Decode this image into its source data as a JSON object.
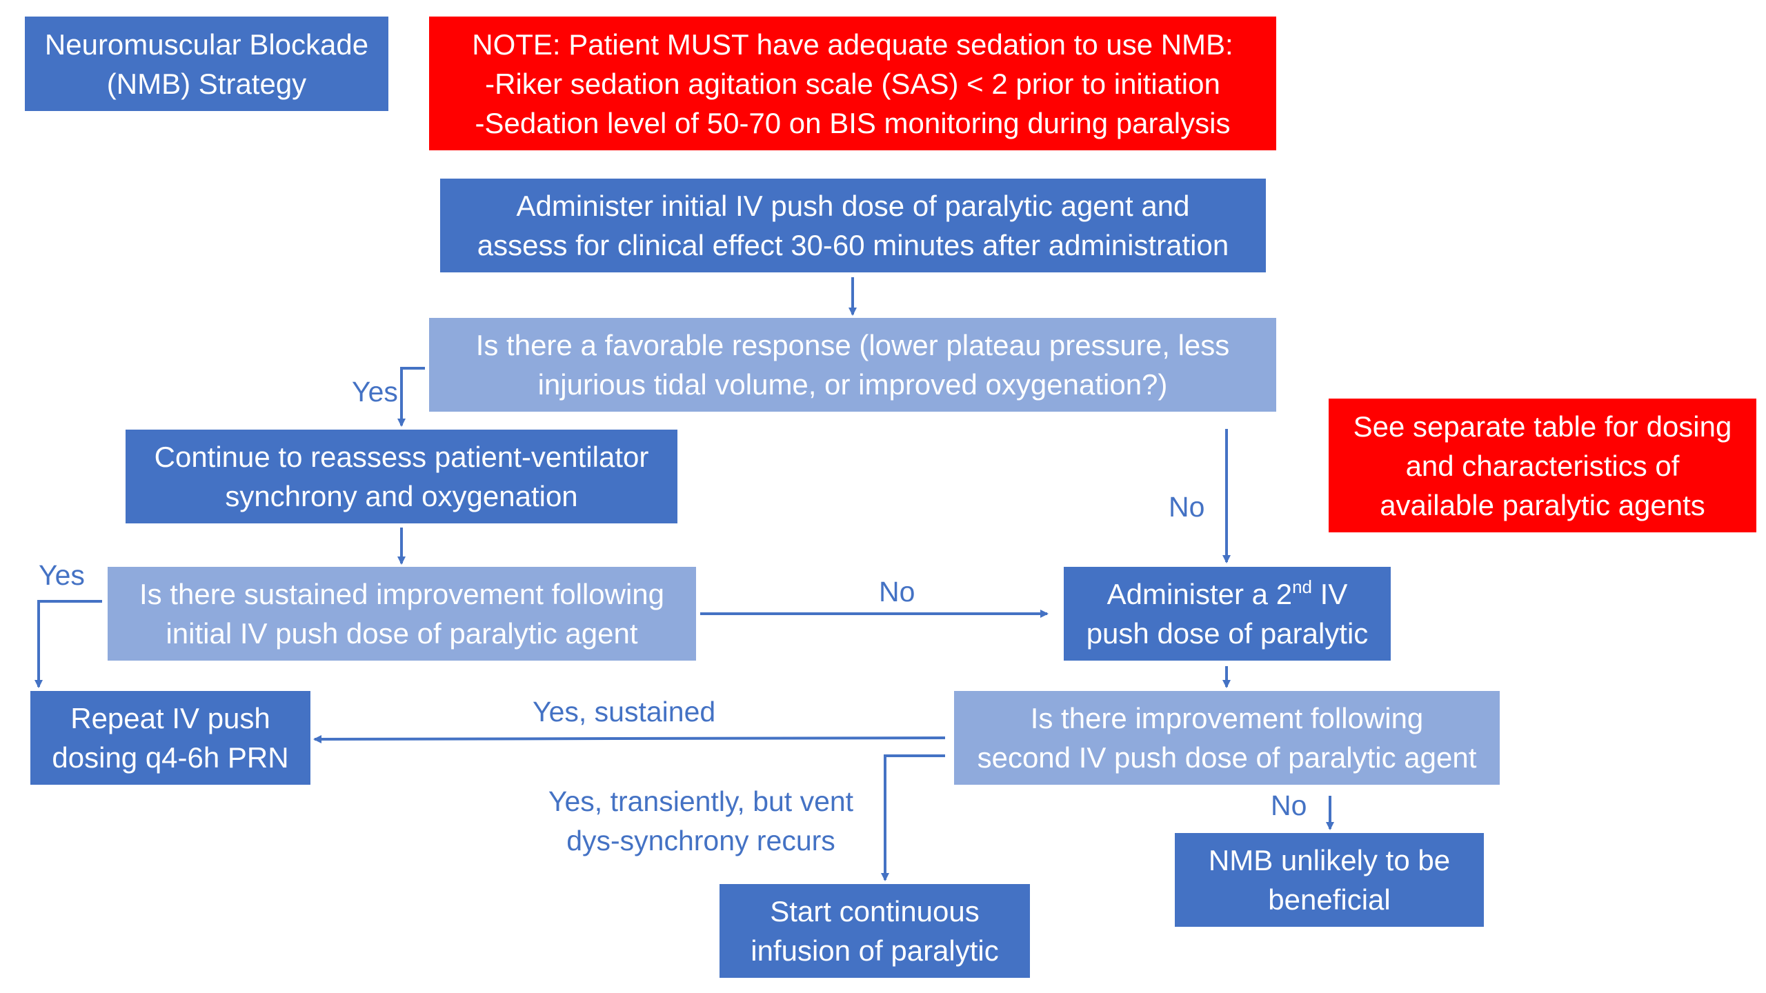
{
  "title": {
    "lines": [
      "Neuromuscular Blockade",
      "(NMB) Strategy"
    ]
  },
  "note": {
    "lines": [
      "NOTE: Patient MUST have adequate sedation to use NMB:",
      "-Riker sedation agitation scale (SAS) < 2 prior to initiation",
      "-Sedation level of 50-70 on BIS monitoring during paralysis"
    ]
  },
  "see_table": {
    "lines": [
      "See separate table for dosing",
      "and characteristics of",
      "available paralytic agents"
    ]
  },
  "steps": {
    "initial_dose": {
      "lines": [
        "Administer initial IV push dose of paralytic agent and",
        "assess for clinical effect 30-60 minutes after administration"
      ]
    },
    "favorable_response": {
      "lines": [
        "Is there a favorable response (lower plateau pressure, less",
        "injurious tidal volume, or improved oxygenation?)"
      ]
    },
    "continue_reassess": {
      "lines": [
        "Continue to reassess patient-ventilator",
        "synchrony and oxygenation"
      ]
    },
    "sustained_improvement": {
      "lines": [
        "Is there sustained improvement following",
        "initial IV push dose of paralytic agent"
      ]
    },
    "second_dose": {
      "pre": "Administer a 2",
      "sup": "nd",
      "post": " IV",
      "line2": "push dose of paralytic"
    },
    "repeat_dosing": {
      "lines": [
        "Repeat IV push",
        "dosing q4-6h PRN"
      ]
    },
    "improvement_second": {
      "lines": [
        "Is there improvement following",
        "second IV push dose of paralytic agent"
      ]
    },
    "continuous_infusion": {
      "lines": [
        "Start continuous",
        "infusion of paralytic"
      ]
    },
    "nmb_unlikely": {
      "lines": [
        "NMB unlikely to be",
        "beneficial"
      ]
    }
  },
  "edge_labels": {
    "yes_favorable": "Yes",
    "no_favorable": "No",
    "yes_sustained": "Yes",
    "no_sustained": "No",
    "yes_sustained_second": "Yes, sustained",
    "transient": [
      "Yes, transiently, but vent",
      "dys-synchrony recurs"
    ],
    "no_second": "No"
  },
  "colors": {
    "dark_box": "#4472c4",
    "light_box": "#8faadc",
    "alert_box": "#ff0000",
    "connector": "#4472c4",
    "text_on_box": "#ffffff"
  }
}
